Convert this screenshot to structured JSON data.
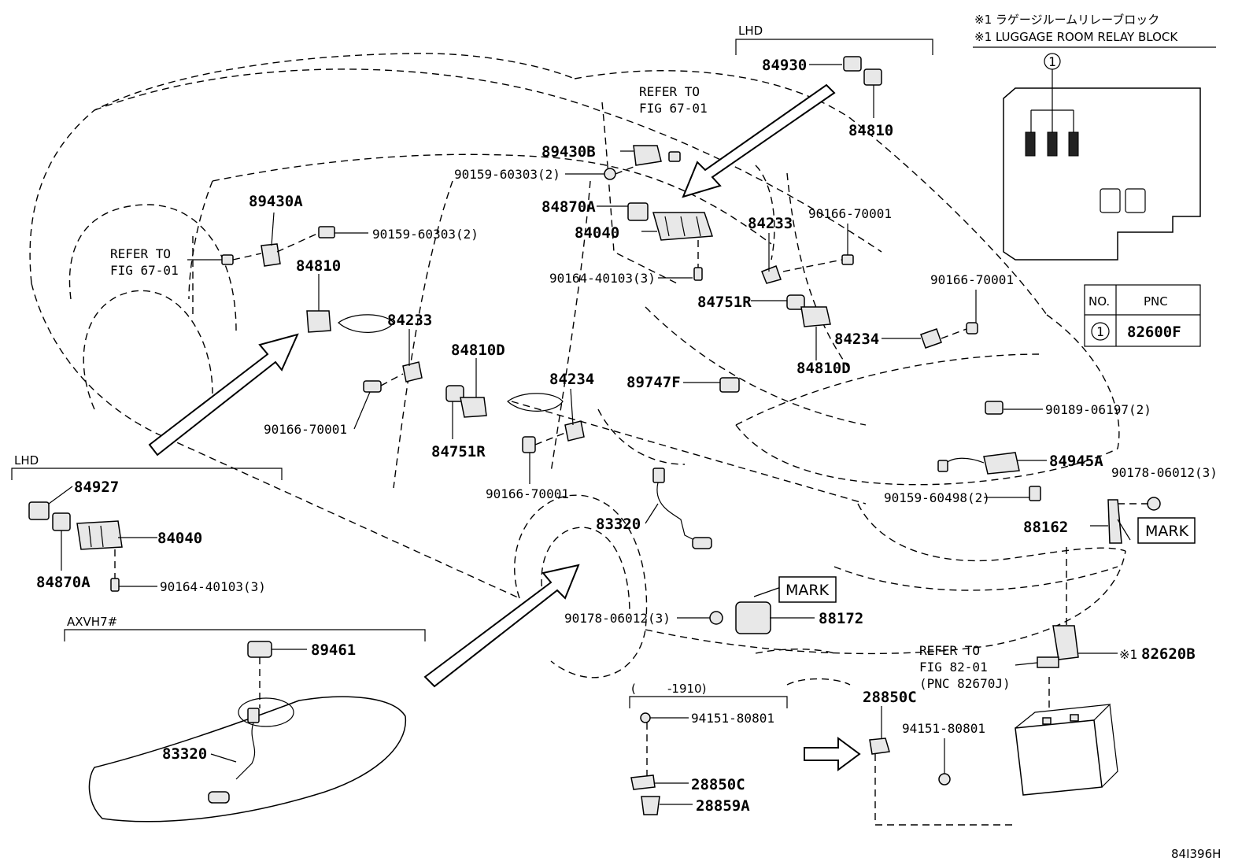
{
  "diagram_id": "84I396H",
  "legend_header": {
    "jp": "※1 ラゲージルームリレーブロック",
    "en": "※1 LUGGAGE ROOM RELAY BLOCK",
    "callout": "1"
  },
  "pnc_table": {
    "col_no": "NO.",
    "col_pnc": "PNC",
    "row_no": "1",
    "row_pnc": "82600F"
  },
  "groups": {
    "lhd_top": "LHD",
    "lhd_left": "LHD",
    "axvh7": "AXVH7#",
    "date_range": "(      -1910)"
  },
  "refer_fig67_top": [
    "REFER TO",
    "FIG 67-01"
  ],
  "refer_fig67_left": [
    "REFER TO",
    "FIG 67-01"
  ],
  "refer_fig82": [
    "REFER TO",
    "FIG 82-01",
    "(PNC 82670J)"
  ],
  "mark": "MARK",
  "battery_ref": "※1",
  "parts": {
    "p84930": "84930",
    "p84810_top": "84810",
    "p89430B": "89430B",
    "p90159_60303_top": "90159-60303(2)",
    "p84870A_top": "84870A",
    "p84040_top": "84040",
    "p90164_40103_top": "90164-40103(3)",
    "p84233_right": "84233",
    "p90166_70001_a": "90166-70001",
    "p90166_70001_b": "90166-70001",
    "p84751R_right": "84751R",
    "p84234_right": "84234",
    "p84810D_right": "84810D",
    "p89747F": "89747F",
    "p90189_06197": "90189-06197(2)",
    "p84945A": "84945A",
    "p90178_06012_right": "90178-06012(3)",
    "p90159_60498": "90159-60498(2)",
    "p88162": "88162",
    "p89430A": "89430A",
    "p90159_60303_left": "90159-60303(2)",
    "p84810_left": "84810",
    "p84233_left": "84233",
    "p84810D_left": "84810D",
    "p84234_left": "84234",
    "p90166_70001_c": "90166-70001",
    "p84751R_left": "84751R",
    "p90166_70001_d": "90166-70001",
    "p83320_car": "83320",
    "p88172": "88172",
    "p90178_06012_left": "90178-06012(3)",
    "p82620B": "82620B",
    "p84927": "84927",
    "p84040_left": "84040",
    "p84870A_left": "84870A",
    "p90164_40103_left": "90164-40103(3)",
    "p89461": "89461",
    "p83320_tank": "83320",
    "p94151_80801_a": "94151-80801",
    "p28850C_a": "28850C",
    "p28859A": "28859A",
    "p28850C_b": "28850C",
    "p94151_80801_b": "94151-80801"
  }
}
